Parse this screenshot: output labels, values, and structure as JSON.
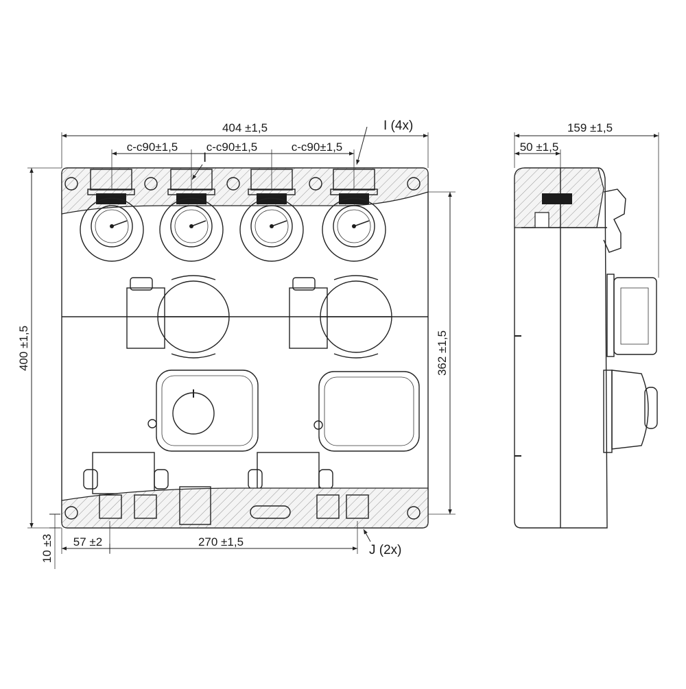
{
  "drawing": {
    "front": {
      "overall_width": "404 ±1,5",
      "overall_height": "400 ±1,5",
      "inner_height": "362 ±1,5",
      "center_spacing": [
        "c-c90±1,5",
        "c-c90±1,5",
        "c-c90±1,5"
      ],
      "offset_bottom": "10 ±3",
      "offset_left": "57 ±2",
      "outlet_spacing": "270 ±1,5",
      "callout_i_multi": "I (4x)",
      "callout_i": "I",
      "callout_j": "J (2x)"
    },
    "side": {
      "overall_depth": "159 ±1,5",
      "partial_depth": "50 ±1,5"
    }
  }
}
